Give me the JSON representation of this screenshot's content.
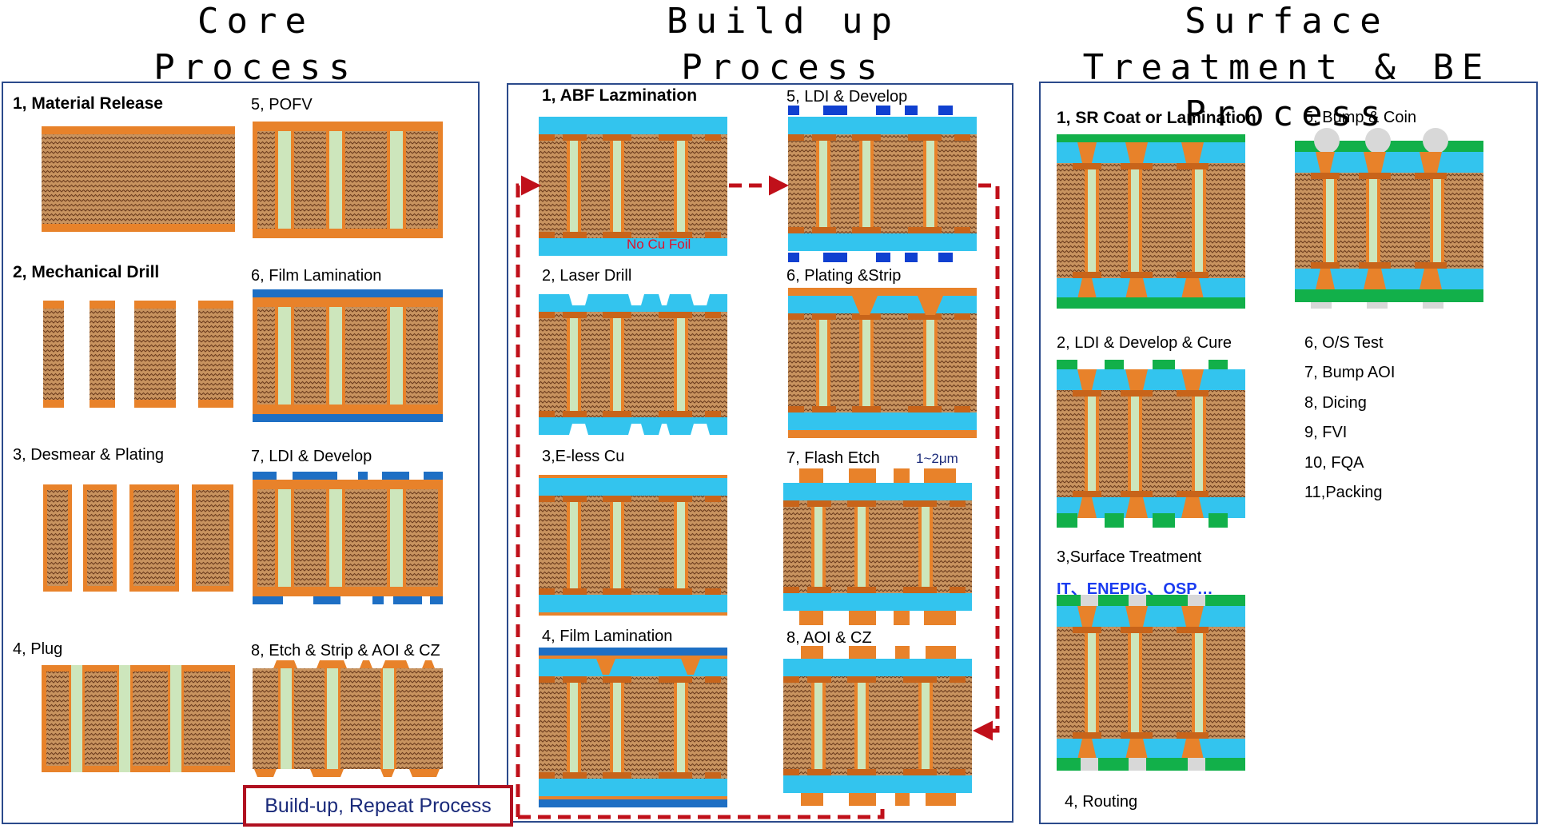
{
  "sections": {
    "core": {
      "title": "Core\nProcess"
    },
    "buildup": {
      "title": "Build up\nProcess"
    },
    "surface": {
      "title": "Surface Treatment & BE\nProcess"
    }
  },
  "core_steps": {
    "s1": "1,  Material Release",
    "s2": "2, Mechanical Drill",
    "s3": "3, Desmear & Plating",
    "s4": "4, Plug",
    "s5": "5, POFV",
    "s6": "6, Film Lamination",
    "s7": "7, LDI & Develop",
    "s8": "8, Etch & Strip & AOI & CZ"
  },
  "buildup_steps": {
    "s1": "1, ABF Lazmination",
    "s2": "2, Laser Drill",
    "s3": "3,E-less Cu",
    "s4": "4, Film Lamination",
    "s5": "5, LDI & Develop",
    "s6": "6, Plating &Strip",
    "s7": "7, Flash Etch",
    "s8": "8, AOI & CZ",
    "no_cu_foil": "No Cu Foil",
    "flash_thickness": "1~2μm"
  },
  "surface_steps": {
    "s1": "1, SR Coat or Lamination",
    "s2": "2, LDI & Develop & Cure",
    "s3": "3,Surface Treatment",
    "s3_note": "IT、ENEPIG、OSP…",
    "s4": "4, Routing",
    "s5": "5, Bump & Coin",
    "s6": "6, O/S Test",
    "s7": "7, Bump AOI",
    "s8": "8, Dicing",
    "s9": "9, FVI",
    "s10": "10, FQA",
    "s11": "11,Packing"
  },
  "repeat_label": "Build-up, Repeat Process",
  "colors": {
    "copper": "#e8822a",
    "copper_dark": "#c8641a",
    "core": "#c89060",
    "via_fill": "#cde6bc",
    "abf": "#33c4ee",
    "dry_film": "#1e6fc4",
    "ldi_resist": "#1040d0",
    "solder_mask": "#12b04a",
    "bump": "#d8d8d8",
    "flow_arrow": "#c0101a",
    "panel_border": "#2b4a8b"
  }
}
